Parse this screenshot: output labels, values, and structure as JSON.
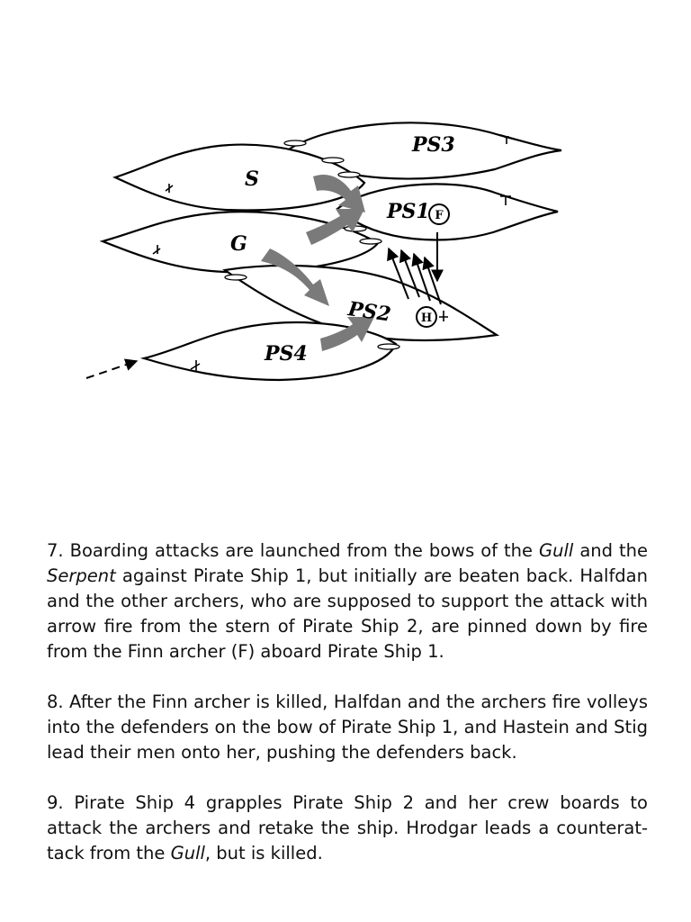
{
  "diagram": {
    "ships": [
      {
        "id": "PS3",
        "label": "PS3"
      },
      {
        "id": "S",
        "label": "S"
      },
      {
        "id": "PS1",
        "label": "PS1"
      },
      {
        "id": "G",
        "label": "G"
      },
      {
        "id": "PS2",
        "label": "PS2"
      },
      {
        "id": "PS4",
        "label": "PS4"
      }
    ],
    "markers": {
      "finn_archer": "F",
      "halfdan": "H"
    },
    "colors": {
      "movement_arrow": "#7a7a7a",
      "ink": "#000000"
    }
  },
  "paragraphs": [
    {
      "p1": "7. Boarding attacks are launched from the bows of the ",
      "e1": "Gull",
      "p2": " and the ",
      "e2": "Serpent",
      "p3": " against Pirate Ship 1, but initially are beaten back. Halfdan and the other archers, who are supposed to support the attack with arrow fire from the stern of Pirate Ship 2, are pinned down by fire from the Finn archer (F) aboard Pirate Ship 1."
    },
    {
      "p1": "8. After the Finn archer is killed, Halfdan and the archers fire volleys into the defenders on the bow of Pirate Ship 1, and Hastein and Stig lead their men onto her, pushing the defenders back."
    },
    {
      "p1": "9. Pirate Ship 4 grapples Pirate Ship 2 and her crew boards to attack the archers and retake the ship. Hrodgar leads a counterat-tack from the ",
      "e1": "Gull",
      "p2": ", but is killed."
    }
  ]
}
